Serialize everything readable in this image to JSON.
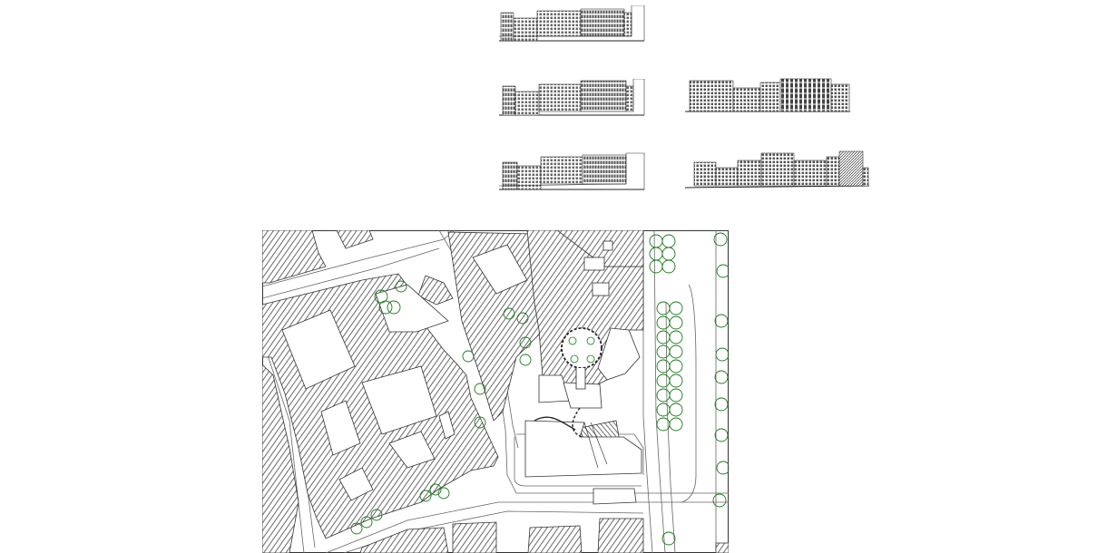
{
  "drawing": {
    "elevations": [
      {
        "id": "elevation-1"
      },
      {
        "id": "elevation-2"
      },
      {
        "id": "elevation-3"
      },
      {
        "id": "elevation-4"
      },
      {
        "id": "elevation-5"
      }
    ],
    "site_plan": {
      "id": "site-plan",
      "tree_color": "#1a7a1a",
      "hatch_color": "#444444",
      "line_color": "#555555"
    }
  }
}
